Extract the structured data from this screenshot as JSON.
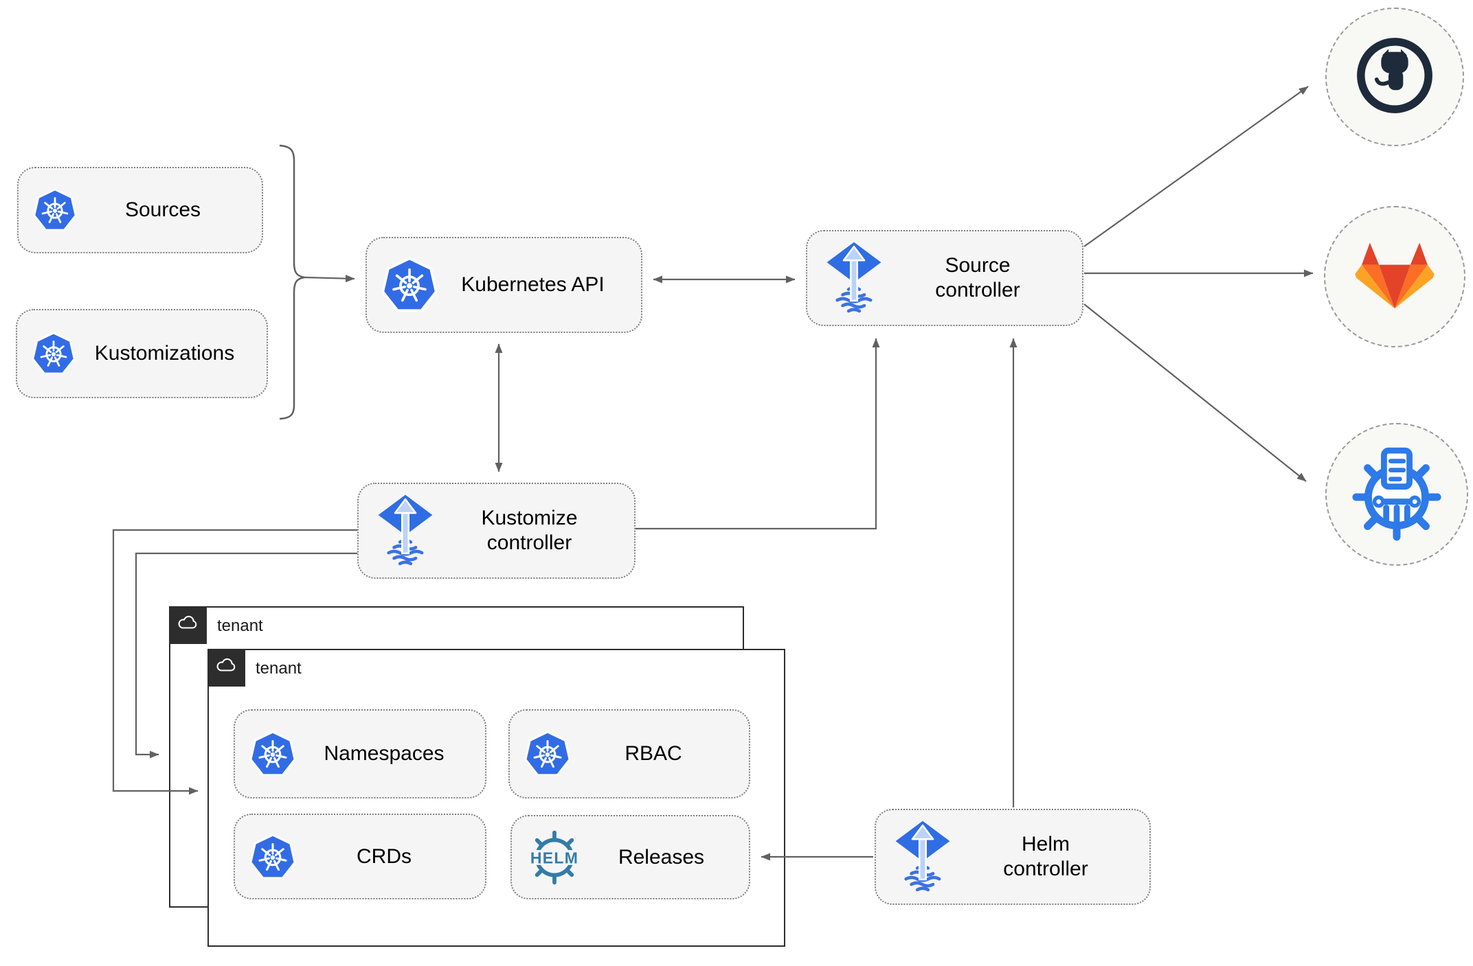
{
  "nodes": {
    "sources": {
      "label": "Sources",
      "icon": "kubernetes-icon"
    },
    "kustomizations": {
      "label": "Kustomizations",
      "icon": "kubernetes-icon"
    },
    "kubernetes_api": {
      "label": "Kubernetes API",
      "icon": "kubernetes-icon"
    },
    "source_controller": {
      "label": "Source controller",
      "icon": "flux-icon"
    },
    "kustomize_controller": {
      "label": "Kustomize controller",
      "icon": "flux-icon"
    },
    "helm_controller": {
      "label": "Helm controller",
      "icon": "flux-icon"
    },
    "namespaces": {
      "label": "Namespaces",
      "icon": "kubernetes-icon"
    },
    "rbac": {
      "label": "RBAC",
      "icon": "kubernetes-icon"
    },
    "crds": {
      "label": "CRDs",
      "icon": "kubernetes-icon"
    },
    "releases": {
      "label": "Releases",
      "icon": "helm-icon"
    }
  },
  "groups": {
    "outer_tenant": {
      "label": "tenant",
      "icon": "cloud-icon"
    },
    "inner_tenant": {
      "label": "tenant",
      "icon": "cloud-icon"
    }
  },
  "external_targets": [
    {
      "icon": "github-icon"
    },
    {
      "icon": "gitlab-icon"
    },
    {
      "icon": "helm-chart-repository-icon"
    }
  ],
  "icons": {
    "helm_wordmark": "HELM"
  },
  "edges": [
    {
      "from": "sources+kustomizations",
      "to": "kubernetes_api",
      "style": "brace-arrow"
    },
    {
      "from": "kubernetes_api",
      "to": "source_controller",
      "style": "double-arrow"
    },
    {
      "from": "kubernetes_api",
      "to": "kustomize_controller",
      "style": "double-arrow"
    },
    {
      "from": "kustomize_controller",
      "to": "source_controller",
      "style": "arrow"
    },
    {
      "from": "kustomize_controller",
      "to": "inner_tenant",
      "style": "arrow"
    },
    {
      "from": "kustomize_controller",
      "to": "outer_tenant",
      "style": "arrow"
    },
    {
      "from": "helm_controller",
      "to": "source_controller",
      "style": "arrow"
    },
    {
      "from": "helm_controller",
      "to": "releases",
      "style": "arrow"
    },
    {
      "from": "source_controller",
      "to": "github",
      "style": "arrow"
    },
    {
      "from": "source_controller",
      "to": "gitlab",
      "style": "arrow"
    },
    {
      "from": "source_controller",
      "to": "helm_chart_repository",
      "style": "arrow"
    }
  ],
  "colors": {
    "canvas": "#ffffff",
    "node_fill": "#f5f5f5",
    "node_border": "#7f7f7f",
    "edge": "#616161",
    "tenant_border": "#2d2d2d",
    "kubernetes_blue": "#326ce5",
    "flux_blue": "#2f6de4",
    "flux_arrow_light": "#bcd3f7",
    "helm_teal": "#327ca8",
    "chartmuseum_blue": "#2d7ae8",
    "github_dark": "#1d2b3a",
    "gitlab_red": "#e24329",
    "gitlab_orange": "#fc6d26",
    "gitlab_amber": "#fca326"
  }
}
